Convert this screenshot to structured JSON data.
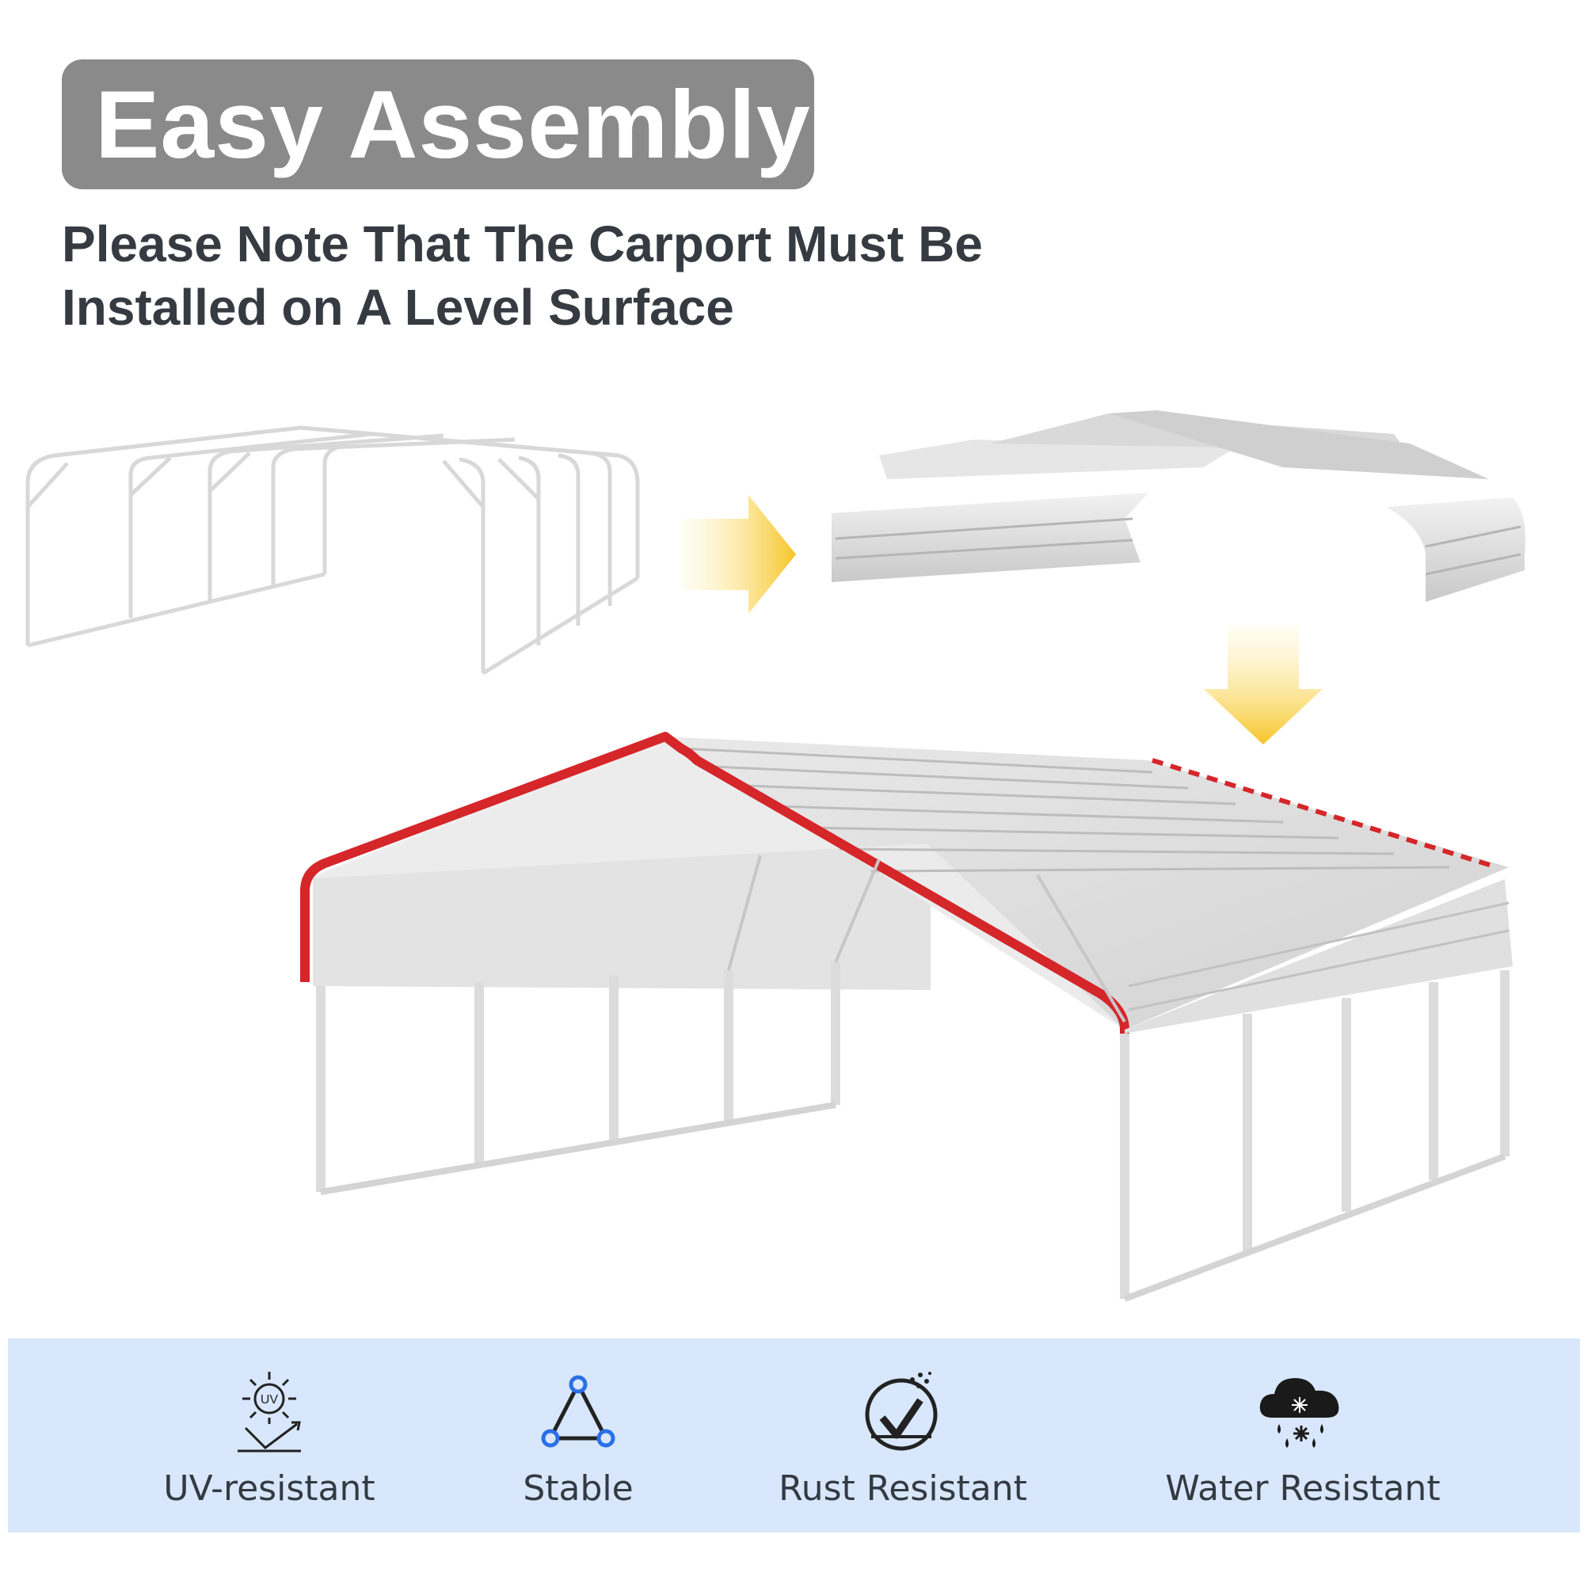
{
  "header": {
    "title": "Easy Assembly",
    "note_line1": "Please Note That The Carport Must Be",
    "note_line2": "Installed on A Level Surface"
  },
  "colors": {
    "title_bg": "#8a8a8a",
    "text": "#363b42",
    "arrow": "#f6c526",
    "trim": "#d5262a",
    "feature_bg": "#d8e7fb",
    "stable_icon": "#2b6fe6"
  },
  "features": [
    {
      "icon": "uv-sun-icon",
      "label": "UV-resistant"
    },
    {
      "icon": "triangle-nodes-icon",
      "label": "Stable"
    },
    {
      "icon": "rust-check-icon",
      "label": "Rust Resistant"
    },
    {
      "icon": "snow-cloud-icon",
      "label": "Water Resistant"
    }
  ]
}
